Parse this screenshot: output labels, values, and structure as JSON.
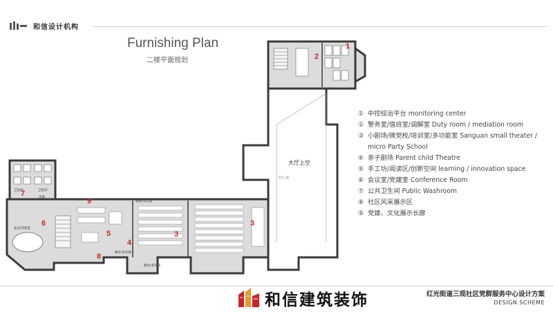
{
  "header": {
    "brand": "和信设计机构"
  },
  "title": "Furnishing Plan",
  "subtitle": "二楼平面规划",
  "plan": {
    "hall_label": "大厅上空",
    "hall_small_label": "大厅上空",
    "room_labels": [
      "1",
      "2",
      "3",
      "3",
      "4",
      "5",
      "6",
      "7",
      "8",
      "9"
    ],
    "small_labels": [
      "舞台/多功能",
      "舞台/多功能",
      "舞台/多功能",
      "会议/党建室",
      "卫生间",
      "卫生间",
      "走廊"
    ]
  },
  "legend": [
    {
      "num": "①",
      "text": "中控综治平台 monitoring center"
    },
    {
      "num": "②",
      "text": "警务室/值班室/调解室  Duty room / mediation room"
    },
    {
      "num": "③",
      "text": "小剧场/微党校/培训室/多功能室  Sanguan small theater / micro Party School"
    },
    {
      "num": "④",
      "text": "亲子剧场 Parent child Theatre"
    },
    {
      "num": "⑤",
      "text": "手工坊/阅读区/创新空间  learning / innovation space"
    },
    {
      "num": "⑥",
      "text": "会议室/党建室  Conference Room"
    },
    {
      "num": "⑦",
      "text": "公共卫生间  Public Washroom"
    },
    {
      "num": "⑧",
      "text": "社区风采展示区"
    },
    {
      "num": "⑨",
      "text": "党建、文化展示长廊"
    }
  ],
  "footer": {
    "company": "和信建筑装饰",
    "project": "红光街道三观社区党群服务中心设计方案",
    "scheme": "DESIGN SCHEME"
  },
  "colors": {
    "accent_red": "#c8262b",
    "accent_orange": "#e89a2c",
    "wall": "#3a3a3a",
    "floor": "#dcdcdc"
  }
}
